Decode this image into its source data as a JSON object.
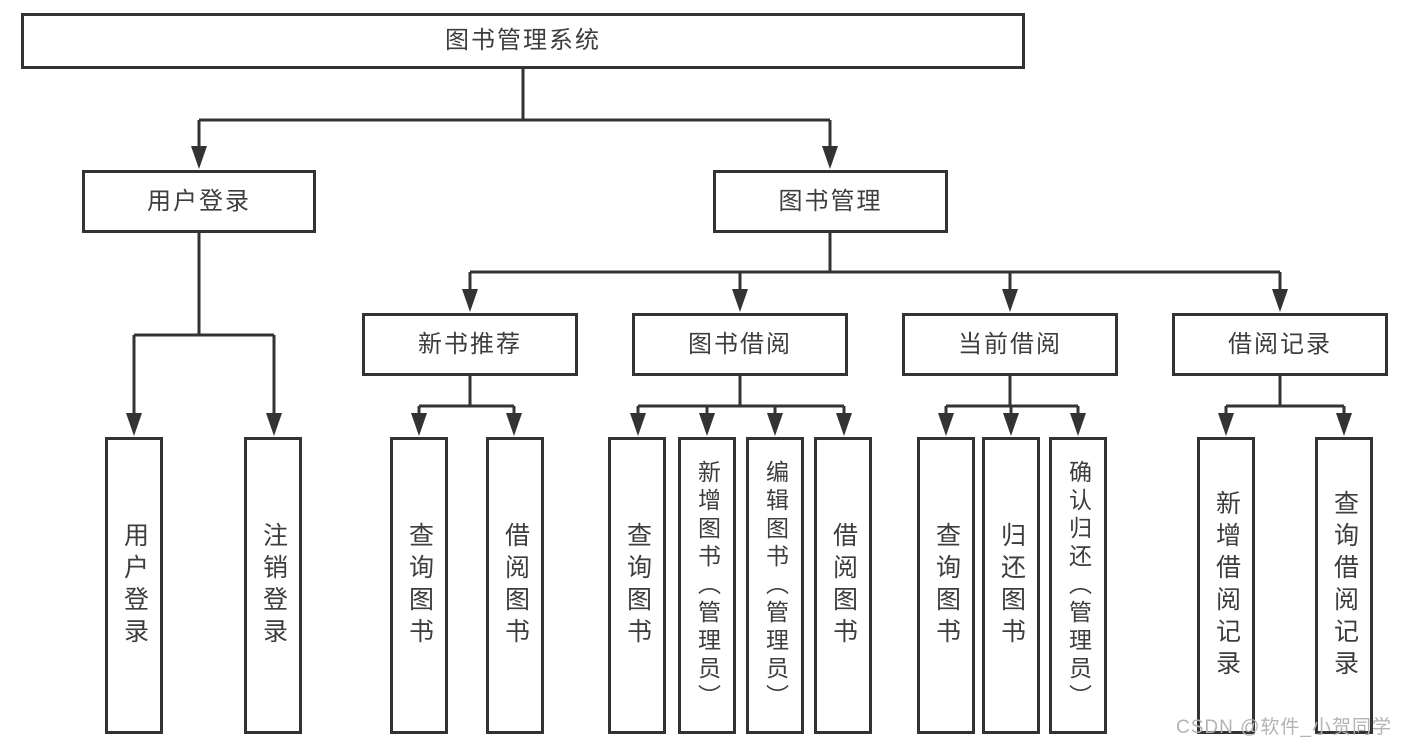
{
  "tree": {
    "label": "图书管理系统",
    "children": [
      {
        "label": "用户登录",
        "children": [
          {
            "label": "用户登录"
          },
          {
            "label": "注销登录"
          }
        ]
      },
      {
        "label": "图书管理",
        "children": [
          {
            "label": "新书推荐",
            "children": [
              {
                "label": "查询图书"
              },
              {
                "label": "借阅图书"
              }
            ]
          },
          {
            "label": "图书借阅",
            "children": [
              {
                "label": "查询图书"
              },
              {
                "label": "新增图书（管理员）"
              },
              {
                "label": "编辑图书（管理员）"
              },
              {
                "label": "借阅图书"
              }
            ]
          },
          {
            "label": "当前借阅",
            "children": [
              {
                "label": "查询图书"
              },
              {
                "label": "归还图书"
              },
              {
                "label": "确认归还（管理员）"
              }
            ]
          },
          {
            "label": "借阅记录",
            "children": [
              {
                "label": "新增借阅记录"
              },
              {
                "label": "查询借阅记录"
              }
            ]
          }
        ]
      }
    ]
  },
  "watermark": "CSDN @软件_小贺同学",
  "colors": {
    "line": "#333333",
    "text": "#3d3d3d",
    "background": "#ffffff",
    "watermark": "#b3b3b3"
  }
}
